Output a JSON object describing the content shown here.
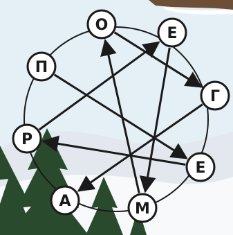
{
  "puzzle": {
    "nodes": [
      {
        "id": "n1",
        "letter": "О"
      },
      {
        "id": "n2",
        "letter": "Е"
      },
      {
        "id": "n3",
        "letter": "Г"
      },
      {
        "id": "n4",
        "letter": "Е"
      },
      {
        "id": "n5",
        "letter": "М"
      },
      {
        "id": "n6",
        "letter": "А"
      },
      {
        "id": "n7",
        "letter": "Р"
      },
      {
        "id": "n8",
        "letter": "П"
      }
    ],
    "arrows": [
      {
        "from": "n8",
        "to": "n4"
      },
      {
        "from": "n1",
        "to": "n3"
      },
      {
        "from": "n7",
        "to": "n2"
      },
      {
        "from": "n2",
        "to": "n5"
      },
      {
        "from": "n5",
        "to": "n1"
      },
      {
        "from": "n4",
        "to": "n7"
      },
      {
        "from": "n3",
        "to": "n6"
      }
    ]
  },
  "colors": {
    "line": "#1a1a1a",
    "node_fill": "#ffffff",
    "sky": "#e4eff6",
    "snow": "#f7f9fb",
    "hill": "#e2e8ee",
    "tree": "#2a4a2e",
    "branch": "#6d4f37"
  }
}
